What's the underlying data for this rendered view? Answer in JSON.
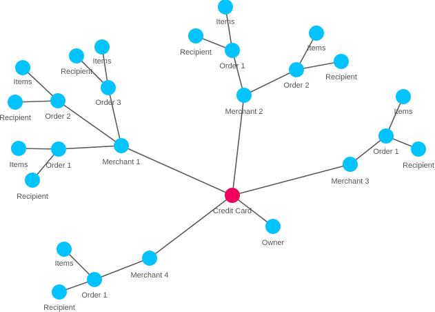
{
  "colors": {
    "root": "#f0005a",
    "node": "#00c3ff",
    "edge": "#5a5a5a",
    "label": "#555555"
  },
  "graph": {
    "nodes": [
      {
        "id": "credit-card",
        "label": "Credit Card",
        "type": "root"
      },
      {
        "id": "owner",
        "label": "Owner",
        "type": "node"
      },
      {
        "id": "merchant-1",
        "label": "Merchant 1",
        "type": "node"
      },
      {
        "id": "m1-order-1",
        "label": "Order 1",
        "type": "node"
      },
      {
        "id": "m1-o1-items",
        "label": "Items",
        "type": "node"
      },
      {
        "id": "m1-o1-recipient",
        "label": "Recipient",
        "type": "node"
      },
      {
        "id": "m1-order-2",
        "label": "Order 2",
        "type": "node"
      },
      {
        "id": "m1-o2-items",
        "label": "Items",
        "type": "node"
      },
      {
        "id": "m1-o2-recipient",
        "label": "Recipient",
        "type": "node"
      },
      {
        "id": "m1-order-3",
        "label": "Order 3",
        "type": "node"
      },
      {
        "id": "m1-o3-items",
        "label": "Items",
        "type": "node"
      },
      {
        "id": "m1-o3-recipient",
        "label": "Recipient",
        "type": "node"
      },
      {
        "id": "merchant-2",
        "label": "Merchant 2",
        "type": "node"
      },
      {
        "id": "m2-order-1",
        "label": "Order 1",
        "type": "node"
      },
      {
        "id": "m2-o1-items",
        "label": "Items",
        "type": "node"
      },
      {
        "id": "m2-o1-recipient",
        "label": "Recipient",
        "type": "node"
      },
      {
        "id": "m2-order-2",
        "label": "Order 2",
        "type": "node"
      },
      {
        "id": "m2-o2-items",
        "label": "Items",
        "type": "node"
      },
      {
        "id": "m2-o2-recipient",
        "label": "Recipient",
        "type": "node"
      },
      {
        "id": "merchant-3",
        "label": "Merchant 3",
        "type": "node"
      },
      {
        "id": "m3-order-1",
        "label": "Order 1",
        "type": "node"
      },
      {
        "id": "m3-o1-items",
        "label": "Items",
        "type": "node"
      },
      {
        "id": "m3-o1-recipient",
        "label": "Recipient",
        "type": "node"
      },
      {
        "id": "merchant-4",
        "label": "Merchant 4",
        "type": "node"
      },
      {
        "id": "m4-order-1",
        "label": "Order 1",
        "type": "node"
      },
      {
        "id": "m4-o1-items",
        "label": "Items",
        "type": "node"
      },
      {
        "id": "m4-o1-recipient",
        "label": "Recipient",
        "type": "node"
      }
    ],
    "edges": [
      [
        "credit-card",
        "owner"
      ],
      [
        "credit-card",
        "merchant-1"
      ],
      [
        "credit-card",
        "merchant-2"
      ],
      [
        "credit-card",
        "merchant-3"
      ],
      [
        "credit-card",
        "merchant-4"
      ],
      [
        "merchant-1",
        "m1-order-1"
      ],
      [
        "merchant-1",
        "m1-order-2"
      ],
      [
        "merchant-1",
        "m1-order-3"
      ],
      [
        "m1-order-1",
        "m1-o1-items"
      ],
      [
        "m1-order-1",
        "m1-o1-recipient"
      ],
      [
        "m1-order-2",
        "m1-o2-items"
      ],
      [
        "m1-order-2",
        "m1-o2-recipient"
      ],
      [
        "m1-order-3",
        "m1-o3-items"
      ],
      [
        "m1-order-3",
        "m1-o3-recipient"
      ],
      [
        "merchant-2",
        "m2-order-1"
      ],
      [
        "merchant-2",
        "m2-order-2"
      ],
      [
        "m2-order-1",
        "m2-o1-items"
      ],
      [
        "m2-order-1",
        "m2-o1-recipient"
      ],
      [
        "m2-order-2",
        "m2-o2-items"
      ],
      [
        "m2-order-2",
        "m2-o2-recipient"
      ],
      [
        "merchant-3",
        "m3-order-1"
      ],
      [
        "m3-order-1",
        "m3-o1-items"
      ],
      [
        "m3-order-1",
        "m3-o1-recipient"
      ],
      [
        "merchant-4",
        "m4-order-1"
      ],
      [
        "m4-order-1",
        "m4-o1-items"
      ],
      [
        "m4-order-1",
        "m4-o1-recipient"
      ]
    ]
  }
}
